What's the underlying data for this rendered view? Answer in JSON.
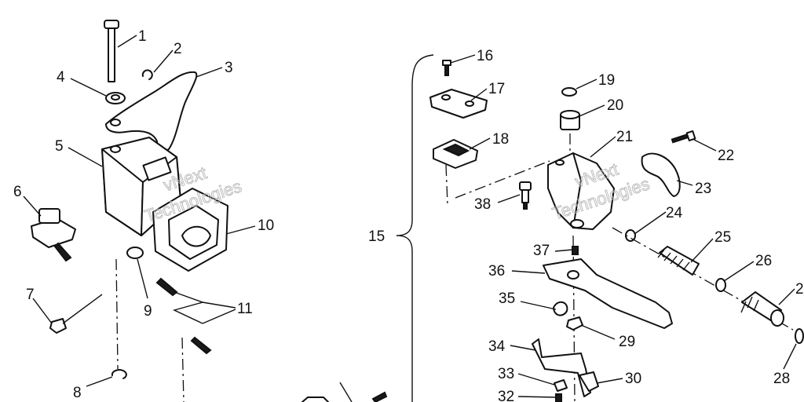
{
  "callouts": [
    {
      "id": "p1",
      "label": "1"
    },
    {
      "id": "p2",
      "label": "2"
    },
    {
      "id": "p3",
      "label": "3"
    },
    {
      "id": "p4",
      "label": "4"
    },
    {
      "id": "p5",
      "label": "5"
    },
    {
      "id": "p6",
      "label": "6"
    },
    {
      "id": "p7",
      "label": "7"
    },
    {
      "id": "p8",
      "label": "8"
    },
    {
      "id": "p9",
      "label": "9"
    },
    {
      "id": "p10",
      "label": "10"
    },
    {
      "id": "p11",
      "label": "11"
    },
    {
      "id": "p15",
      "label": "15"
    },
    {
      "id": "p16",
      "label": "16"
    },
    {
      "id": "p17",
      "label": "17"
    },
    {
      "id": "p18",
      "label": "18"
    },
    {
      "id": "p19",
      "label": "19"
    },
    {
      "id": "p20",
      "label": "20"
    },
    {
      "id": "p21",
      "label": "21"
    },
    {
      "id": "p22",
      "label": "22"
    },
    {
      "id": "p23",
      "label": "23"
    },
    {
      "id": "p24",
      "label": "24"
    },
    {
      "id": "p25",
      "label": "25"
    },
    {
      "id": "p26",
      "label": "26"
    },
    {
      "id": "p27",
      "label": "2"
    },
    {
      "id": "p28",
      "label": "28"
    },
    {
      "id": "p29",
      "label": "29"
    },
    {
      "id": "p30",
      "label": "30"
    },
    {
      "id": "p32",
      "label": "32"
    },
    {
      "id": "p33",
      "label": "33"
    },
    {
      "id": "p34",
      "label": "34"
    },
    {
      "id": "p35",
      "label": "35"
    },
    {
      "id": "p36",
      "label": "36"
    },
    {
      "id": "p37",
      "label": "37"
    },
    {
      "id": "p38",
      "label": "38"
    }
  ],
  "watermark": {
    "line1": "vNext",
    "line2": "Technologies"
  },
  "colors": {
    "ink": "#111111",
    "paper": "#ffffff",
    "watermark": "#b8b8b8"
  }
}
